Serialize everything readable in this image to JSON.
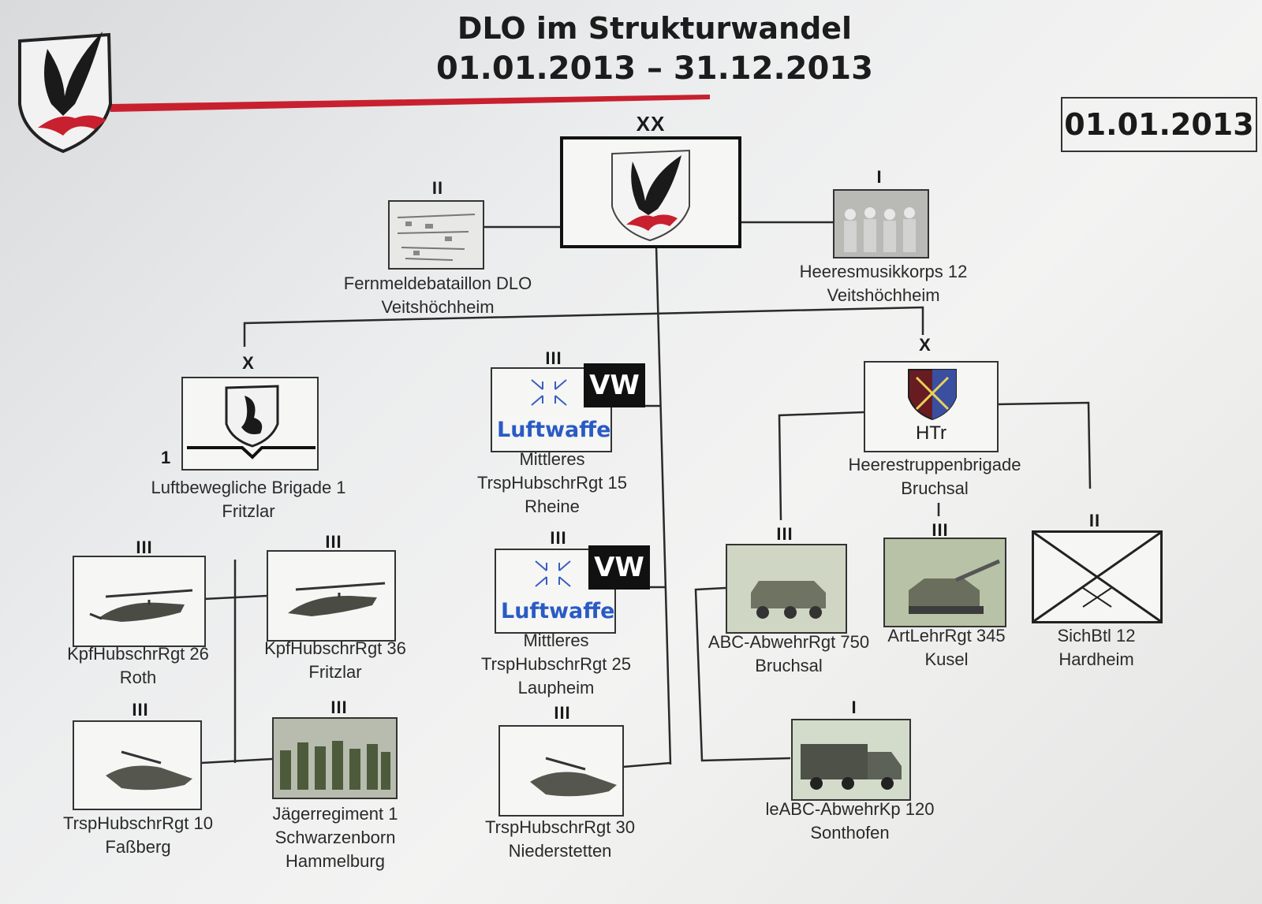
{
  "header": {
    "title": "DLO im Strukturwandel",
    "period": "01.01.2013 – 31.12.2013",
    "date_badge": "01.01.2013"
  },
  "colors": {
    "accent_line": "#c8202e",
    "vw_background": "#111111",
    "luftwaffe_text": "#2a5bc4",
    "htr_red": "#c8202e",
    "htr_blue": "#3a4fa0"
  },
  "icons": {
    "emblem": "eagle-emblem-icon",
    "cross": "luftwaffe-cross-icon",
    "placeholder": "x-placeholder-icon"
  },
  "hq": {
    "rank": "XX"
  },
  "direct_units": [
    {
      "rank": "II",
      "name": "Fernmeldebataillon DLO",
      "location": "Veitshöchheim"
    },
    {
      "rank": "I",
      "name": "Heeresmusikkorps 12",
      "location": "Veitshöchheim"
    }
  ],
  "brigades": [
    {
      "rank": "X",
      "number": "1",
      "name": "Luftbewegliche Brigade 1",
      "location": "Fritzlar"
    },
    {
      "rank": "X",
      "tag": "HTr",
      "name": "Heerestruppenbrigade",
      "location": "Bruchsal"
    }
  ],
  "luftbeweglich_units": [
    {
      "rank": "III",
      "name": "KpfHubschrRgt 26",
      "location": "Roth"
    },
    {
      "rank": "III",
      "name": "KpfHubschrRgt 36",
      "location": "Fritzlar"
    },
    {
      "rank": "III",
      "name": "TrspHubschrRgt 10",
      "location": "Faßberg"
    },
    {
      "rank": "III",
      "name": "Jägerregiment 1",
      "location": "Schwarzenborn",
      "location2": "Hammelburg"
    }
  ],
  "center_units": [
    {
      "rank": "III",
      "vw": "VW",
      "service": "Luftwaffe",
      "name": "Mittleres",
      "name2": "TrspHubschrRgt 15",
      "location": "Rheine"
    },
    {
      "rank": "III",
      "vw": "VW",
      "service": "Luftwaffe",
      "name": "Mittleres",
      "name2": "TrspHubschrRgt 25",
      "location": "Laupheim"
    },
    {
      "rank": "III",
      "name": "TrspHubschrRgt 30",
      "location": "Niederstetten"
    }
  ],
  "heerestruppen_units": [
    {
      "rank": "III",
      "name": "ABC-AbwehrRgt 750",
      "location": "Bruchsal"
    },
    {
      "rank": "III",
      "name": "ArtLehrRgt 345",
      "location": "Kusel"
    },
    {
      "rank": "II",
      "name": "SichBtl 12",
      "location": "Hardheim"
    },
    {
      "rank": "I",
      "name": "leABC-AbwehrKp 120",
      "location": "Sonthofen"
    }
  ]
}
